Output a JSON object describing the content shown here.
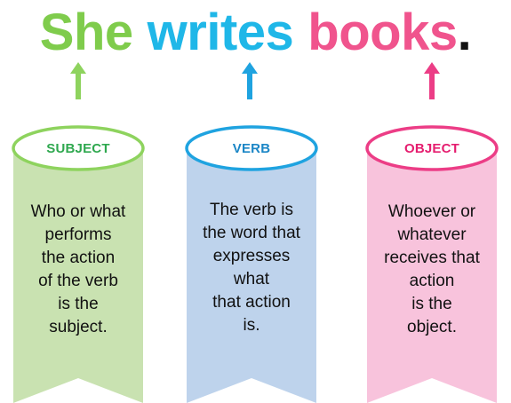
{
  "sentence": {
    "words": [
      {
        "text": "She",
        "color": "#7fcc4c"
      },
      {
        "text": "writes",
        "color": "#1fb7e8"
      },
      {
        "text": "books",
        "color": "#f0548d"
      },
      {
        "text": ".",
        "color": "#111111"
      }
    ]
  },
  "columns": [
    {
      "label": "SUBJECT",
      "accent": "#8ed35e",
      "label_color": "#2fa84f",
      "fill": "#c9e2b1",
      "lines": [
        "Who or what",
        "performs",
        "the action",
        "of the verb",
        "is the",
        "subject."
      ]
    },
    {
      "label": "VERB",
      "accent": "#1fa3e0",
      "label_color": "#1b86c6",
      "fill": "#bed3ec",
      "lines": [
        "The verb is",
        "the word that",
        "expresses",
        "what",
        "that action",
        "is."
      ]
    },
    {
      "label": "OBJECT",
      "accent": "#ec3d86",
      "label_color": "#e51d6f",
      "fill": "#f8c3dc",
      "lines": [
        "Whoever or",
        "whatever",
        "receives that",
        "action",
        "is the",
        "object."
      ]
    }
  ]
}
